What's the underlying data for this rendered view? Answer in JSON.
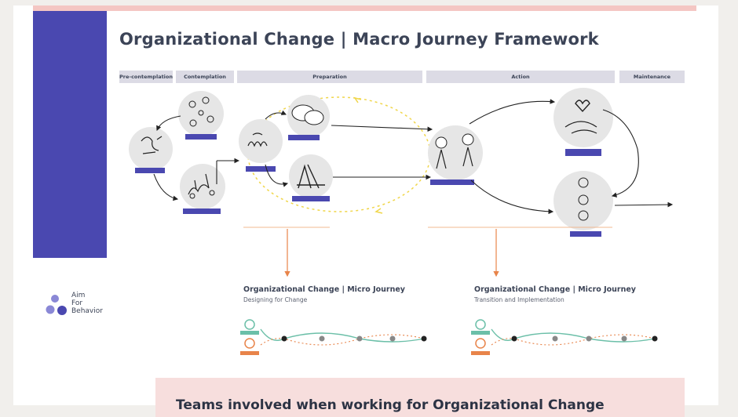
{
  "title": "Organizational Change | Macro Journey Framework",
  "stages": [
    {
      "id": "pre",
      "label": "Pre-contemplation"
    },
    {
      "id": "cont",
      "label": "Contemplation"
    },
    {
      "id": "prep",
      "label": "Preparation"
    },
    {
      "id": "action",
      "label": "Action"
    },
    {
      "id": "maint",
      "label": "Maintenance"
    }
  ],
  "logo": {
    "line1": "Aim",
    "line2": "For",
    "line3": "Behavior"
  },
  "micro_journeys": [
    {
      "title": "Organizational Change | Micro Journey",
      "subtitle": "Designing for Change"
    },
    {
      "title": "Organizational Change | Micro Journey",
      "subtitle": "Transition and Implementation"
    }
  ],
  "teams_heading": "Teams involved when working for Organizational Change",
  "colors": {
    "accent": "#4a48b0",
    "pink": "#f4c6c3",
    "orange": "#e8844a",
    "teal": "#6bbfa8",
    "dashed_yellow": "#f0d64a"
  }
}
